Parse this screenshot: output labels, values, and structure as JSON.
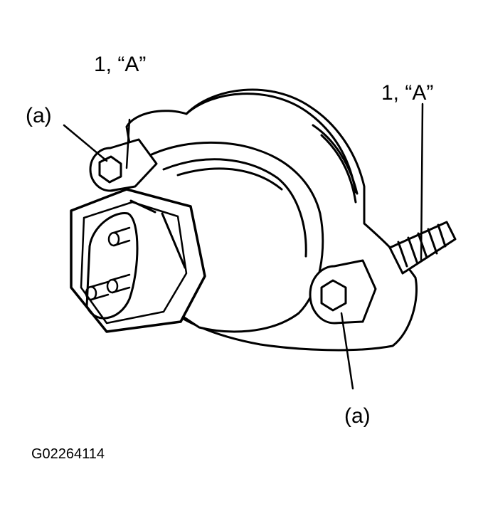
{
  "callouts": {
    "top_left_a": "(a)",
    "top_1a": "1, “A”",
    "right_1a": "1, “A”",
    "bottom_a": "(a)"
  },
  "figure_id": "G02264114",
  "colors": {
    "ink": "#000000",
    "paper": "#ffffff"
  }
}
